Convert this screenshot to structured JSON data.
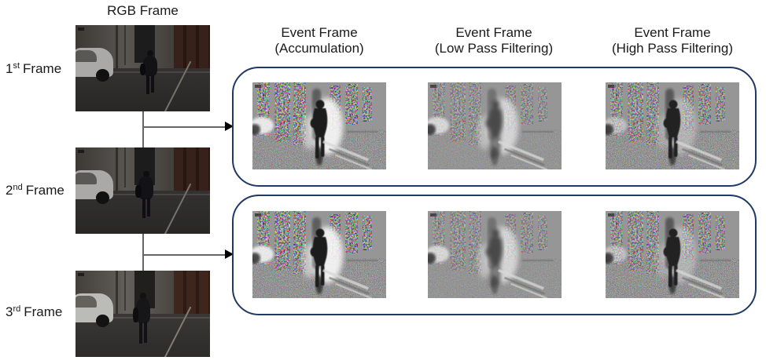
{
  "rgb_column": {
    "title": "RGB Frame",
    "frames": [
      {
        "num": "1",
        "ord": "st",
        "word": "Frame"
      },
      {
        "num": "2",
        "ord": "nd",
        "word": "Frame"
      },
      {
        "num": "3",
        "ord": "rd",
        "word": "Frame"
      }
    ]
  },
  "event_columns": [
    {
      "title_line1": "Event Frame",
      "title_line2": "(Accumulation)"
    },
    {
      "title_line1": "Event Frame",
      "title_line2": "(Low Pass Filtering)"
    },
    {
      "title_line1": "Event Frame",
      "title_line2": "(High Pass Filtering)"
    }
  ],
  "colors": {
    "group_box_border": "#1f3864",
    "connector_line": "#666666",
    "arrowhead": "#000000",
    "event_background": "#969696",
    "text": "#1a1a1a",
    "canvas_background": "#ffffff"
  }
}
